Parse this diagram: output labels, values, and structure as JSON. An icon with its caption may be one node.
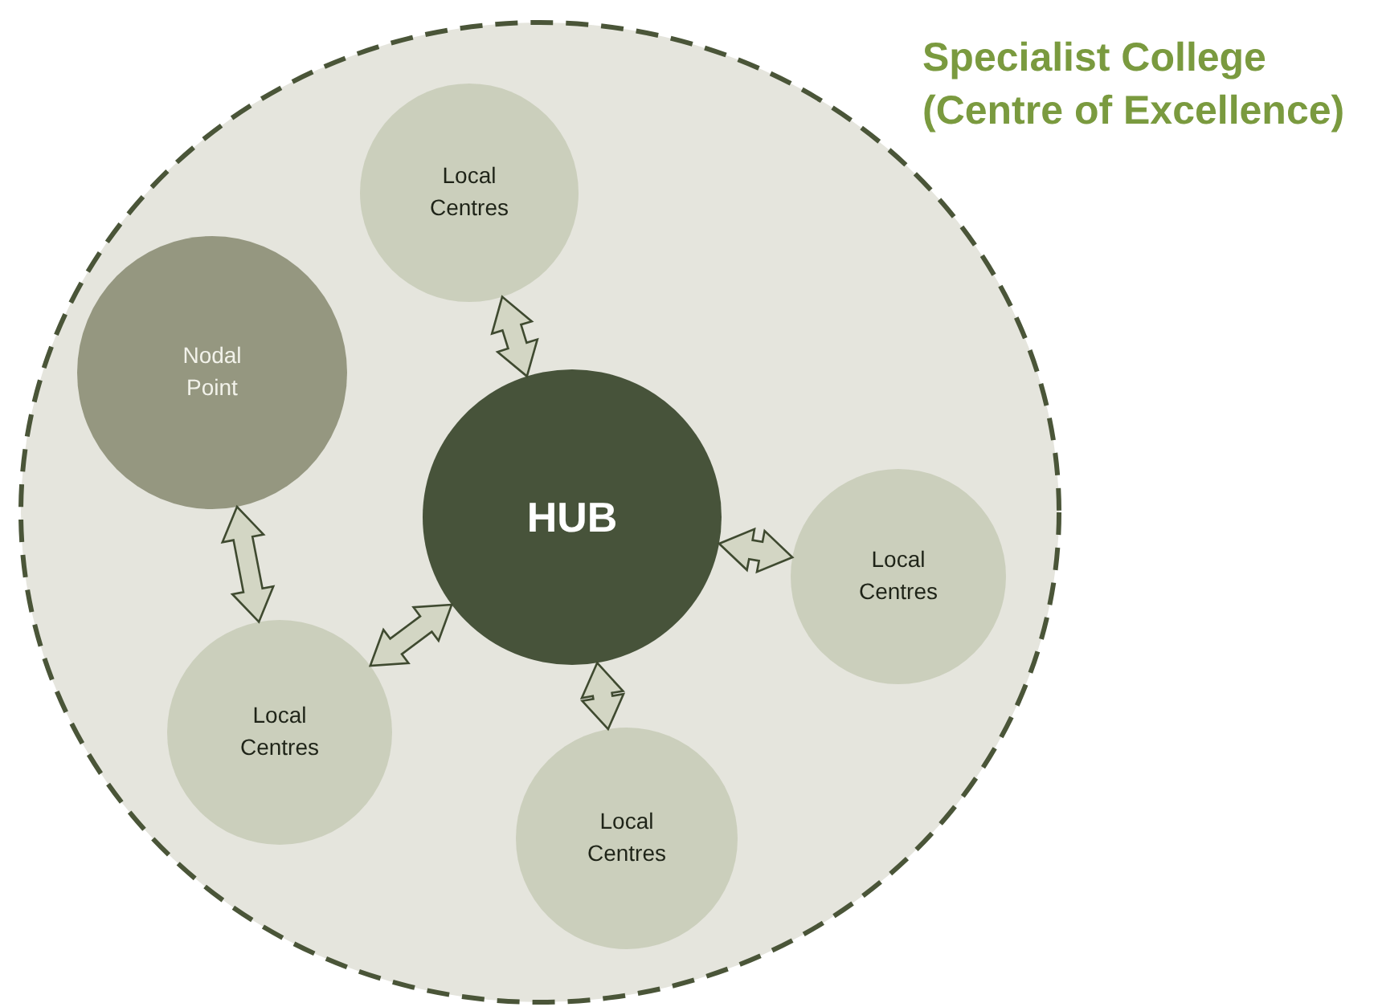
{
  "diagram": {
    "nodes": [
      {
        "text": [
          "Specialist College (Centre of Excellence)"
        ]
      },
      {
        "text": [
          "Local Centres"
        ],
        "in": 0
      },
      {
        "text": [
          "Nodal Point"
        ],
        "in": 0
      },
      {
        "text": [
          "HUB"
        ],
        "in": 0
      },
      {
        "text": [
          "Local Centres"
        ],
        "in": 0
      },
      {
        "text": [
          "Local Centres"
        ],
        "in": 0
      },
      {
        "text": [
          "Local Centres"
        ],
        "in": 0
      }
    ],
    "edges": [
      {
        "from": 3,
        "to": 1,
        "arrow": "both"
      },
      {
        "from": 3,
        "to": 4,
        "arrow": "both"
      },
      {
        "from": 3,
        "to": 6,
        "arrow": "both"
      },
      {
        "from": 3,
        "to": 5,
        "arrow": "both"
      },
      {
        "from": 2,
        "to": 5,
        "arrow": "both"
      }
    ]
  }
}
